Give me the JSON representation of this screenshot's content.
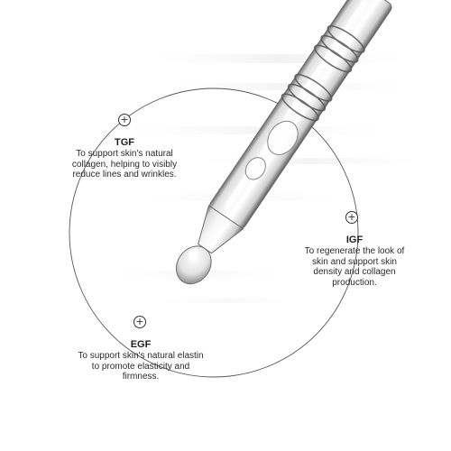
{
  "callouts": {
    "tgf": {
      "title": "TGF",
      "text": "To support skin's natural collagen, helping to visibly reduce lines and wrinkles."
    },
    "igf": {
      "title": "IGF",
      "text": "To regenerate the look of skin and support skin density and collagen production."
    },
    "egf": {
      "title": "EGF",
      "text": "To support skin's natural elastin to promote elasticity and firmness."
    }
  },
  "icons": {
    "marker": "plus-circle-icon",
    "product": "dropper-icon"
  },
  "colors": {
    "background": "#ffffff",
    "text": "#222222",
    "ring": "#555555"
  }
}
